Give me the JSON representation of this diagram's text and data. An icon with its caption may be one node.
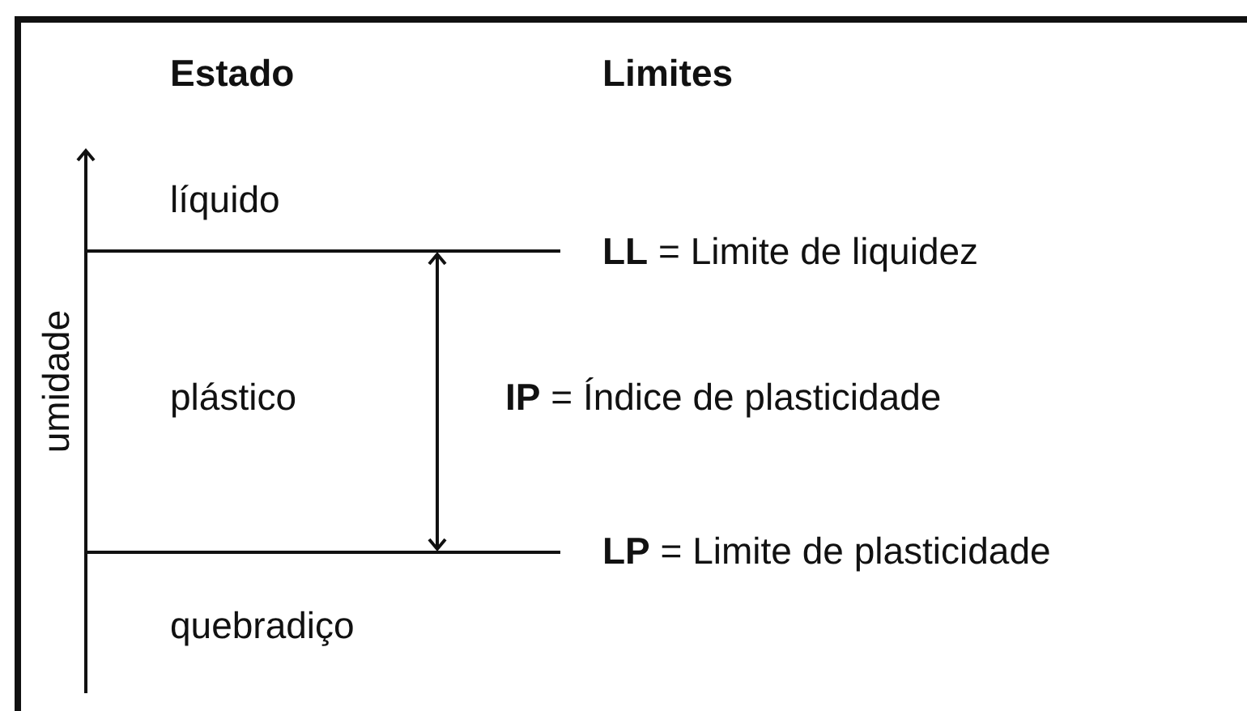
{
  "diagram": {
    "labels": [
      "Estado",
      "Limites",
      "líquido",
      "**LL** = Limite de liquidez",
      "umidade",
      "plástico",
      "**IP** = Índice de plasticidade",
      "**LP** = Limite de plasticidade",
      "quebradiço"
    ]
  }
}
